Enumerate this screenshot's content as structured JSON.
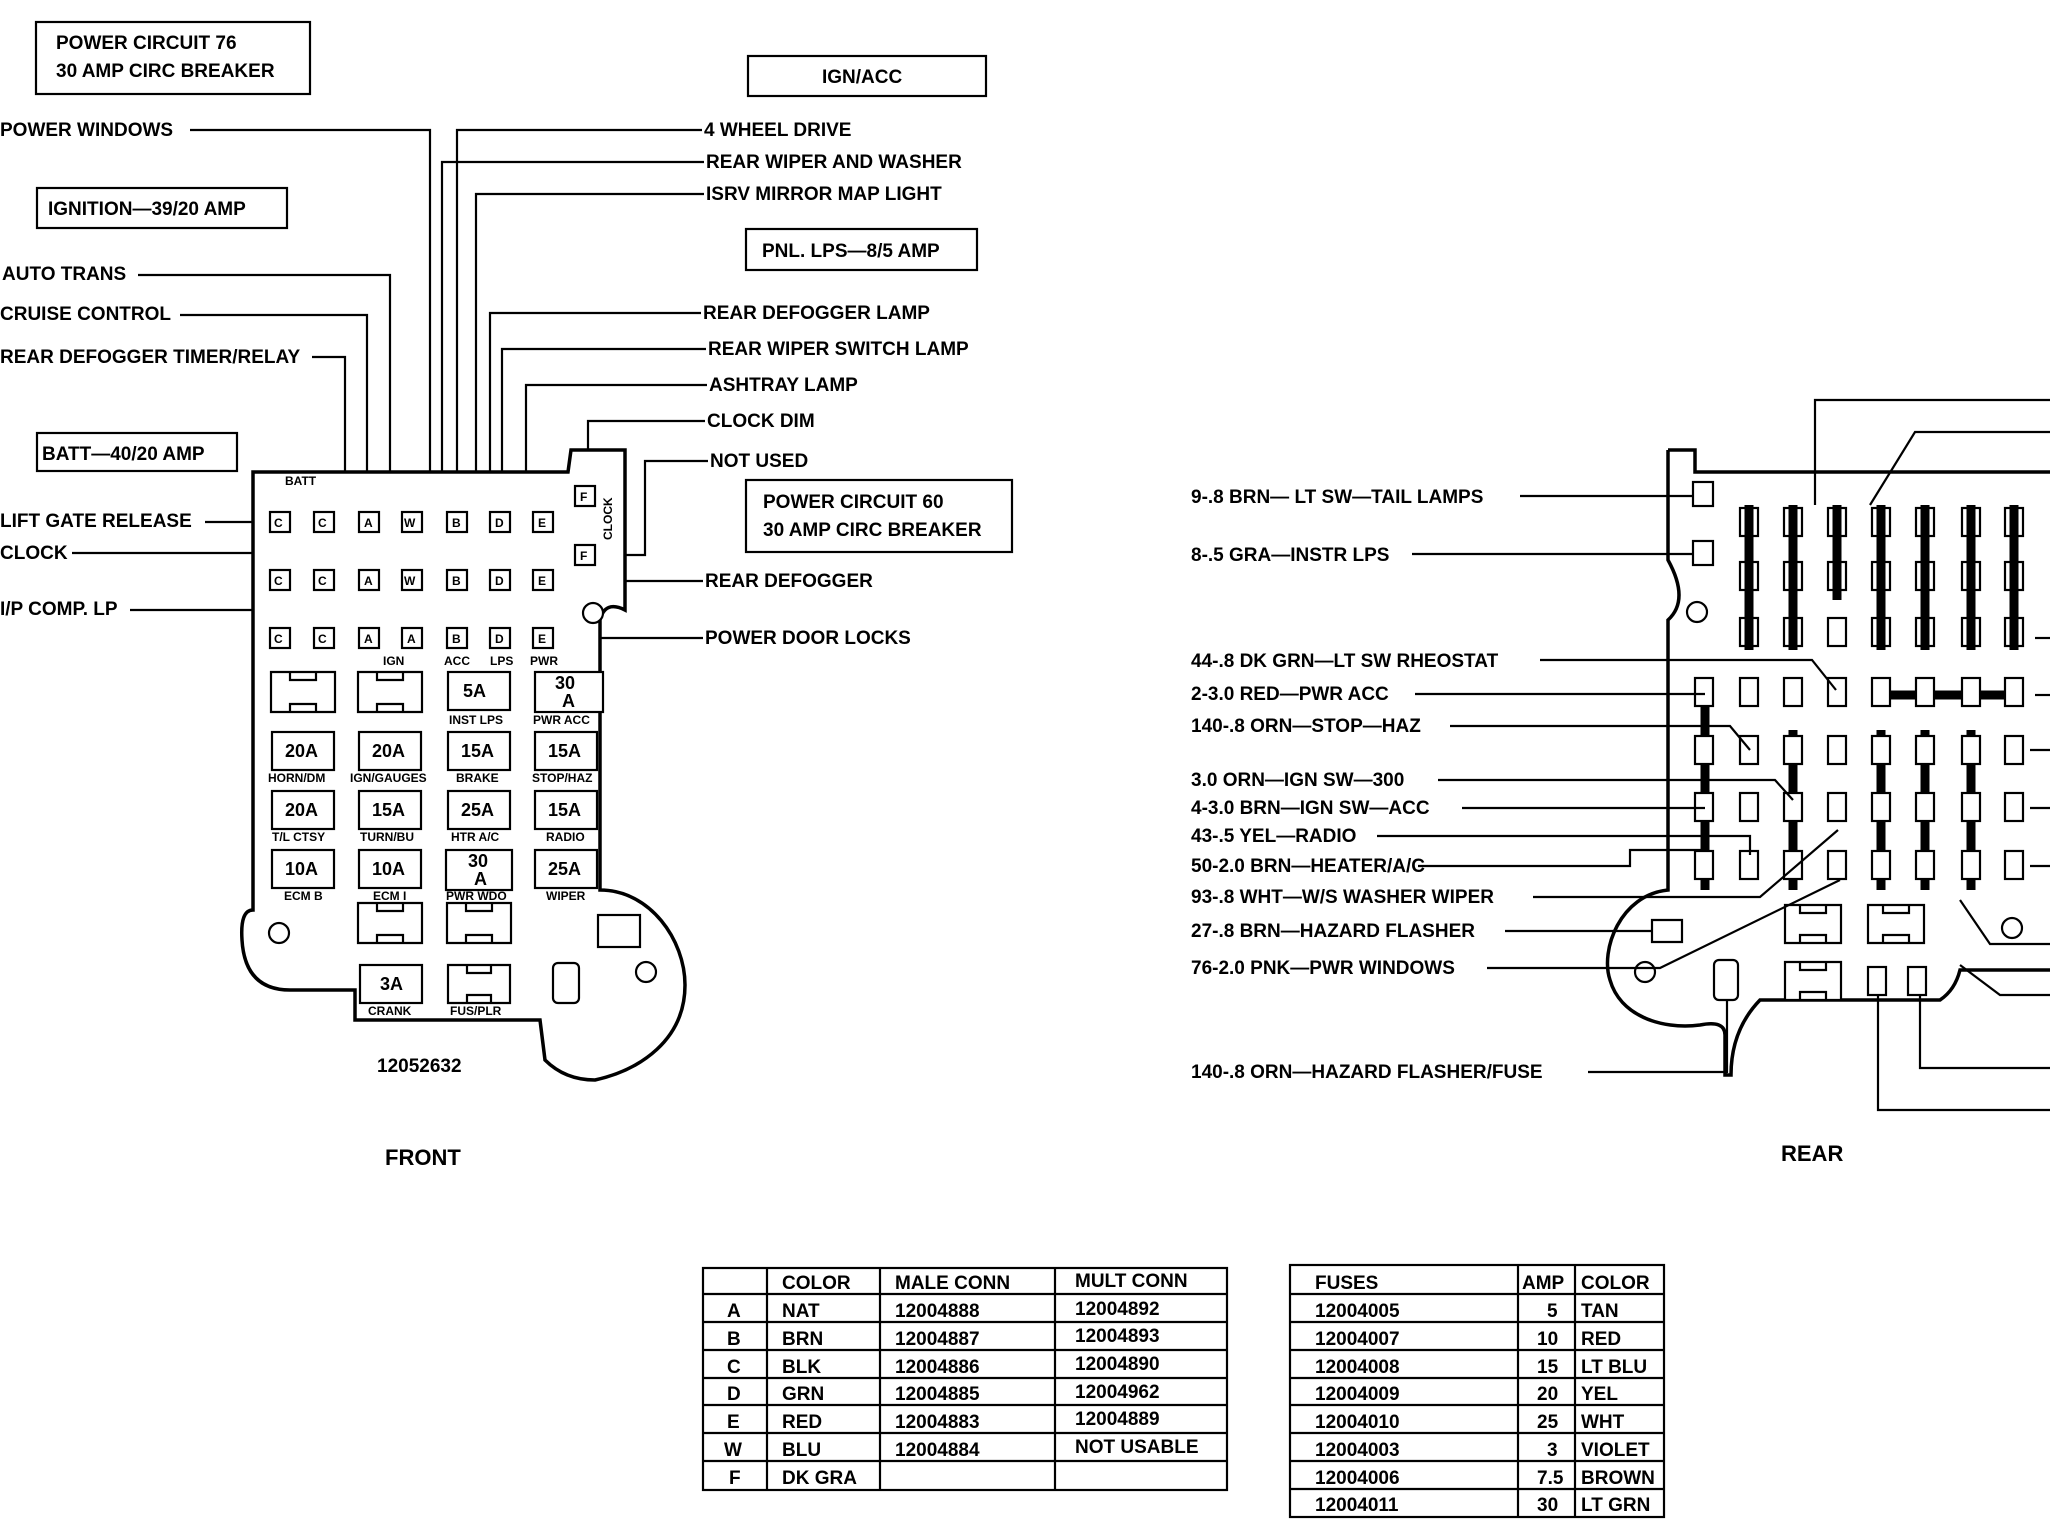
{
  "front": {
    "title": "FRONT",
    "part_number": "12052632",
    "boxes": {
      "pc76_line1": "POWER CIRCUIT 76",
      "pc76_line2": "30 AMP CIRC BREAKER",
      "ign_acc": "IGN/ACC",
      "ignition": "IGNITION—39/20 AMP",
      "pnl_lps": "PNL. LPS—8/5 AMP",
      "batt": "BATT—40/20 AMP",
      "pc60_line1": "POWER CIRCUIT 60",
      "pc60_line2": "30 AMP CIRC BREAKER"
    },
    "left_callouts": {
      "power_windows": "POWER WINDOWS",
      "auto_trans": "AUTO TRANS",
      "cruise_control": "CRUISE CONTROL",
      "rear_defogger_timer": "REAR DEFOGGER TIMER/RELAY",
      "lift_gate": "LIFT GATE RELEASE",
      "clock": "CLOCK",
      "ip_comp": "I/P COMP. LP"
    },
    "right_callouts": {
      "four_wheel": "4 WHEEL DRIVE",
      "rear_wiper_washer": "REAR WIPER AND WASHER",
      "isrv": "ISRV MIRROR MAP LIGHT",
      "rear_defogger_lamp": "REAR DEFOGGER LAMP",
      "rear_wiper_switch": "REAR WIPER SWITCH LAMP",
      "ashtray": "ASHTRAY LAMP",
      "clock_dim": "CLOCK DIM",
      "not_used": "NOT USED",
      "rear_defogger": "REAR DEFOGGER",
      "power_door_locks": "POWER DOOR LOCKS"
    },
    "block_labels": {
      "batt": "BATT",
      "ign": "IGN",
      "acc": "ACC",
      "lps": "LPS",
      "pwr": "PWR",
      "clock_vertical": "CLOCK"
    },
    "terminals": {
      "c": "C",
      "a": "A",
      "w": "W",
      "b": "B",
      "d": "D",
      "e": "E",
      "f": "F"
    },
    "fuses": {
      "inst_lps_val": "5A",
      "inst_lps": "INST LPS",
      "pwr_acc_val1": "30",
      "pwr_acc_val2": "A",
      "pwr_acc": "PWR ACC",
      "horn_val": "20A",
      "horn": "HORN/DM",
      "ign_gauges_val": "20A",
      "ign_gauges": "IGN/GAUGES",
      "brake_val": "15A",
      "brake": "BRAKE",
      "stop_haz_val": "15A",
      "stop_haz": "STOP/HAZ",
      "tl_ctsy_val": "20A",
      "tl_ctsy": "T/L CTSY",
      "turn_bu_val": "15A",
      "turn_bu": "TURN/BU",
      "htr_ac_val": "25A",
      "htr_ac": "HTR A/C",
      "radio_val": "15A",
      "radio": "RADIO",
      "ecm_b_val": "10A",
      "ecm_b": "ECM B",
      "ecm_i_val": "10A",
      "ecm_i": "ECM I",
      "pwr_wdo_val1": "30",
      "pwr_wdo_val2": "A",
      "pwr_wdo": "PWR WDO",
      "wiper_val": "25A",
      "wiper": "WIPER",
      "crank_val": "3A",
      "crank": "CRANK",
      "fus_plr": "FUS/PLR"
    }
  },
  "rear": {
    "title": "REAR",
    "callouts": {
      "c1": "9-.8 BRN— LT SW—TAIL LAMPS",
      "c2": "8-.5 GRA—INSTR LPS",
      "c3": "44-.8 DK GRN—LT SW RHEOSTAT",
      "c4": "2-3.0 RED—PWR ACC",
      "c5": "140-.8 ORN—STOP—HAZ",
      "c6": "3.0 ORN—IGN SW—300",
      "c7": "4-3.0 BRN—IGN SW—ACC",
      "c8": "43-.5 YEL—RADIO",
      "c9": "50-2.0 BRN—HEATER/A/C",
      "c10": "93-.8 WHT—W/S WASHER WIPER",
      "c11": "27-.8 BRN—HAZARD FLASHER",
      "c12": "76-2.0 PNK—PWR WINDOWS",
      "c13": "140-.8 ORN—HAZARD FLASHER/FUSE"
    }
  },
  "connector_table": {
    "headers": [
      "",
      "COLOR",
      "MALE CONN",
      "MULT CONN"
    ],
    "rows": [
      [
        "A",
        "NAT",
        "12004888",
        "12004892"
      ],
      [
        "B",
        "BRN",
        "12004887",
        "12004893"
      ],
      [
        "C",
        "BLK",
        "12004886",
        "12004890"
      ],
      [
        "D",
        "GRN",
        "12004885",
        "12004962"
      ],
      [
        "E",
        "RED",
        "12004883",
        "12004889"
      ],
      [
        "W",
        "BLU",
        "12004884",
        "NOT USABLE"
      ],
      [
        "F",
        "DK GRA",
        "",
        ""
      ]
    ]
  },
  "fuse_table": {
    "headers": [
      "FUSES",
      "AMP",
      "COLOR"
    ],
    "rows": [
      [
        "12004005",
        "5",
        "TAN"
      ],
      [
        "12004007",
        "10",
        "RED"
      ],
      [
        "12004008",
        "15",
        "LT BLU"
      ],
      [
        "12004009",
        "20",
        "YEL"
      ],
      [
        "12004010",
        "25",
        "WHT"
      ],
      [
        "12004003",
        "3",
        "VIOLET"
      ],
      [
        "12004006",
        "7.5",
        "BROWN"
      ],
      [
        "12004011",
        "30",
        "LT GRN"
      ]
    ]
  }
}
